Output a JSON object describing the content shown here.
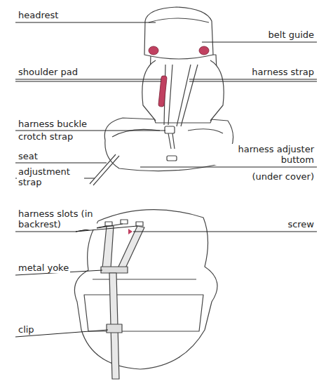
{
  "diagram": {
    "labels": [
      "headrest",
      "belt guide",
      "shoulder pad",
      "harness strap",
      "harness buckle",
      "crotch strap",
      "seat",
      "harness adjuster buttom",
      "(under cover)",
      "adjustment strap",
      "harness slots (in backrest)",
      "screw",
      "metal yoke",
      "clip"
    ]
  }
}
